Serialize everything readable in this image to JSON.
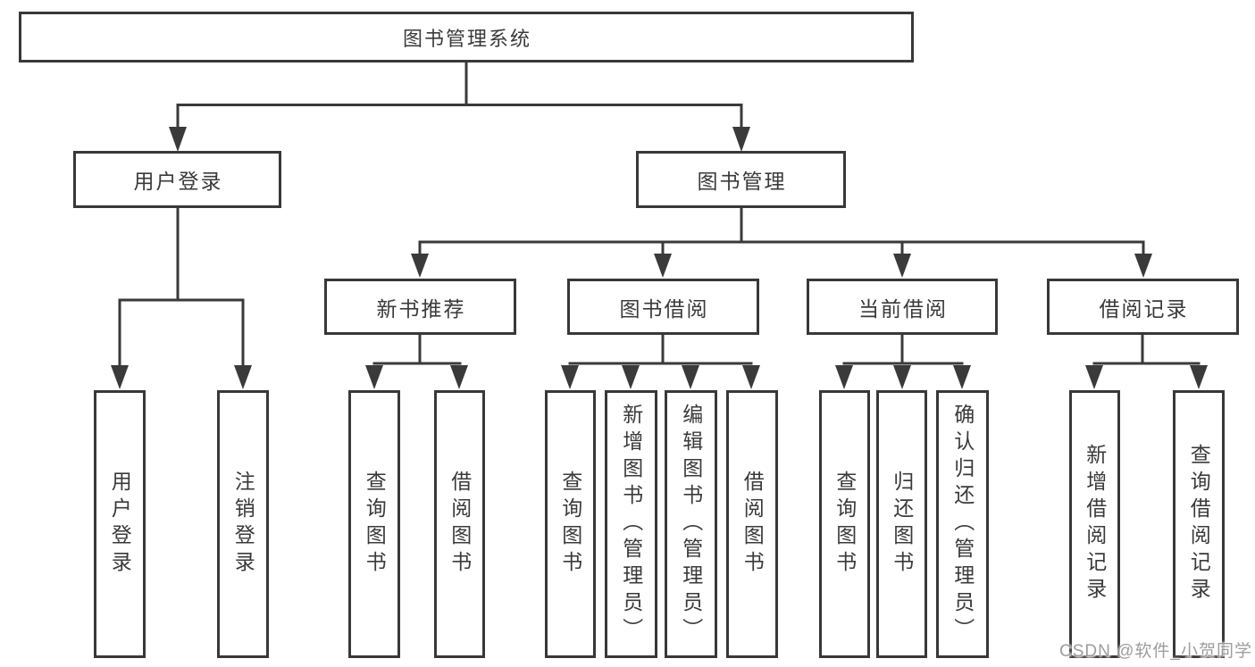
{
  "nodes": {
    "root": "图书管理系统",
    "user_login": "用户登录",
    "book_management": "图书管理",
    "new_book_recommend": "新书推荐",
    "book_borrowing": "图书借阅",
    "current_borrowing": "当前借阅",
    "borrowing_records": "借阅记录",
    "leaf_user_login": "用户登录",
    "leaf_logout": "注销登录",
    "leaf_query_book_recommend": "查询图书",
    "leaf_borrow_book_recommend": "借阅图书",
    "leaf_query_book_borrowing": "查询图书",
    "leaf_add_book_admin": "新增图书（管理员）",
    "leaf_edit_book_admin": "编辑图书（管理员）",
    "leaf_borrow_book_borrowing": "借阅图书",
    "leaf_query_book_current": "查询图书",
    "leaf_return_book": "归还图书",
    "leaf_confirm_return_admin": "确认归还（管理员）",
    "leaf_add_borrow_record": "新增借阅记录",
    "leaf_query_borrow_record": "查询借阅记录"
  },
  "watermark": "CSDN @软件_小贺同学",
  "colors": {
    "line": "#3a3a3a",
    "box_border": "#383838",
    "text": "#3a3a3a",
    "watermark": "#8c8c8c",
    "background": "#ffffff"
  }
}
